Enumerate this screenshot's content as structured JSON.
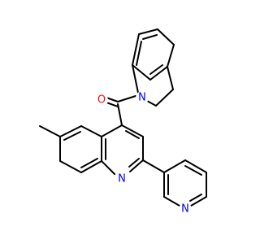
{
  "structure": {
    "atoms": {
      "o1": {
        "element": "O",
        "label": "O",
        "color": "#ff0d0d"
      },
      "n_indoline": {
        "element": "N",
        "label": "N",
        "color": "#0000ff"
      },
      "n_quinoline": {
        "element": "N",
        "label": "N",
        "color": "#0000ff"
      },
      "n_pyridine": {
        "element": "N",
        "label": "N",
        "color": "#0000ff"
      }
    },
    "bond_color": "#000000",
    "background": "#ffffff"
  }
}
